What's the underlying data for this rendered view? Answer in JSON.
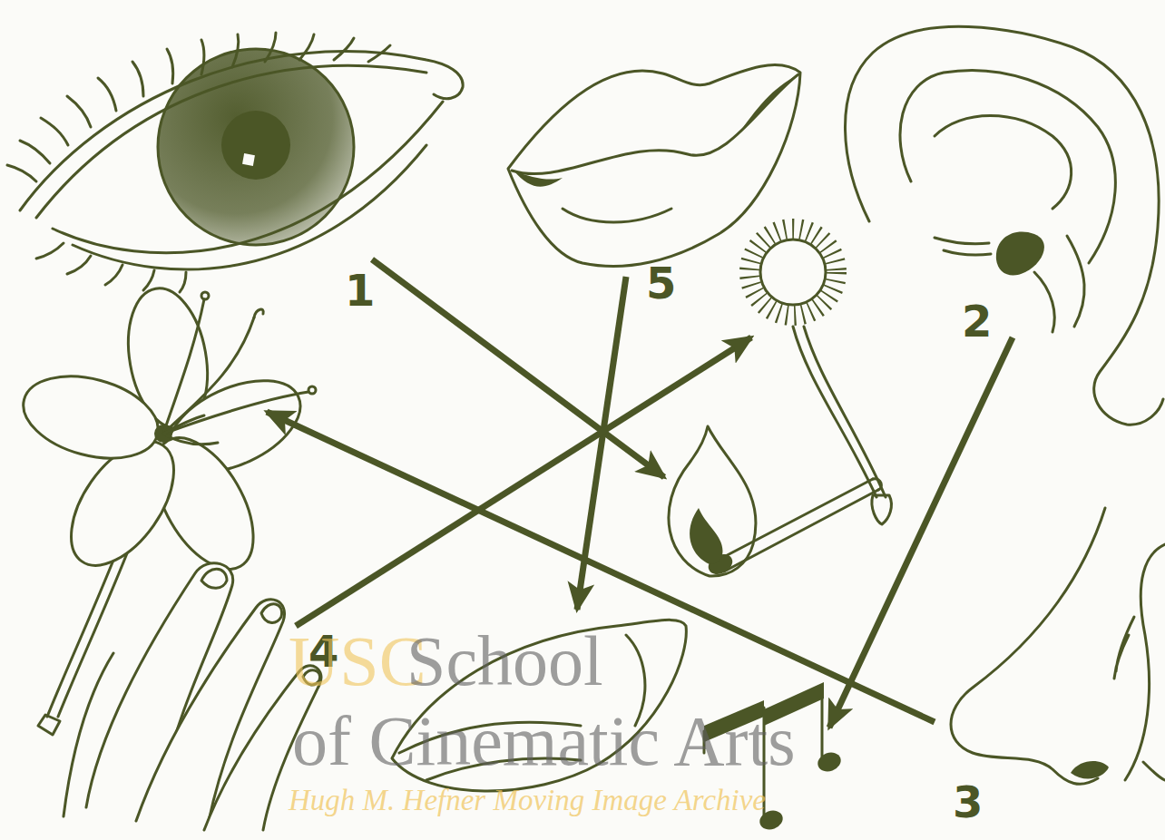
{
  "diagram": {
    "labels": [
      "1",
      "5",
      "2",
      "4",
      "3",
      "USC",
      "School",
      "of Cinematic Arts",
      "Hugh M. Hefner Moving Image Archive"
    ]
  }
}
